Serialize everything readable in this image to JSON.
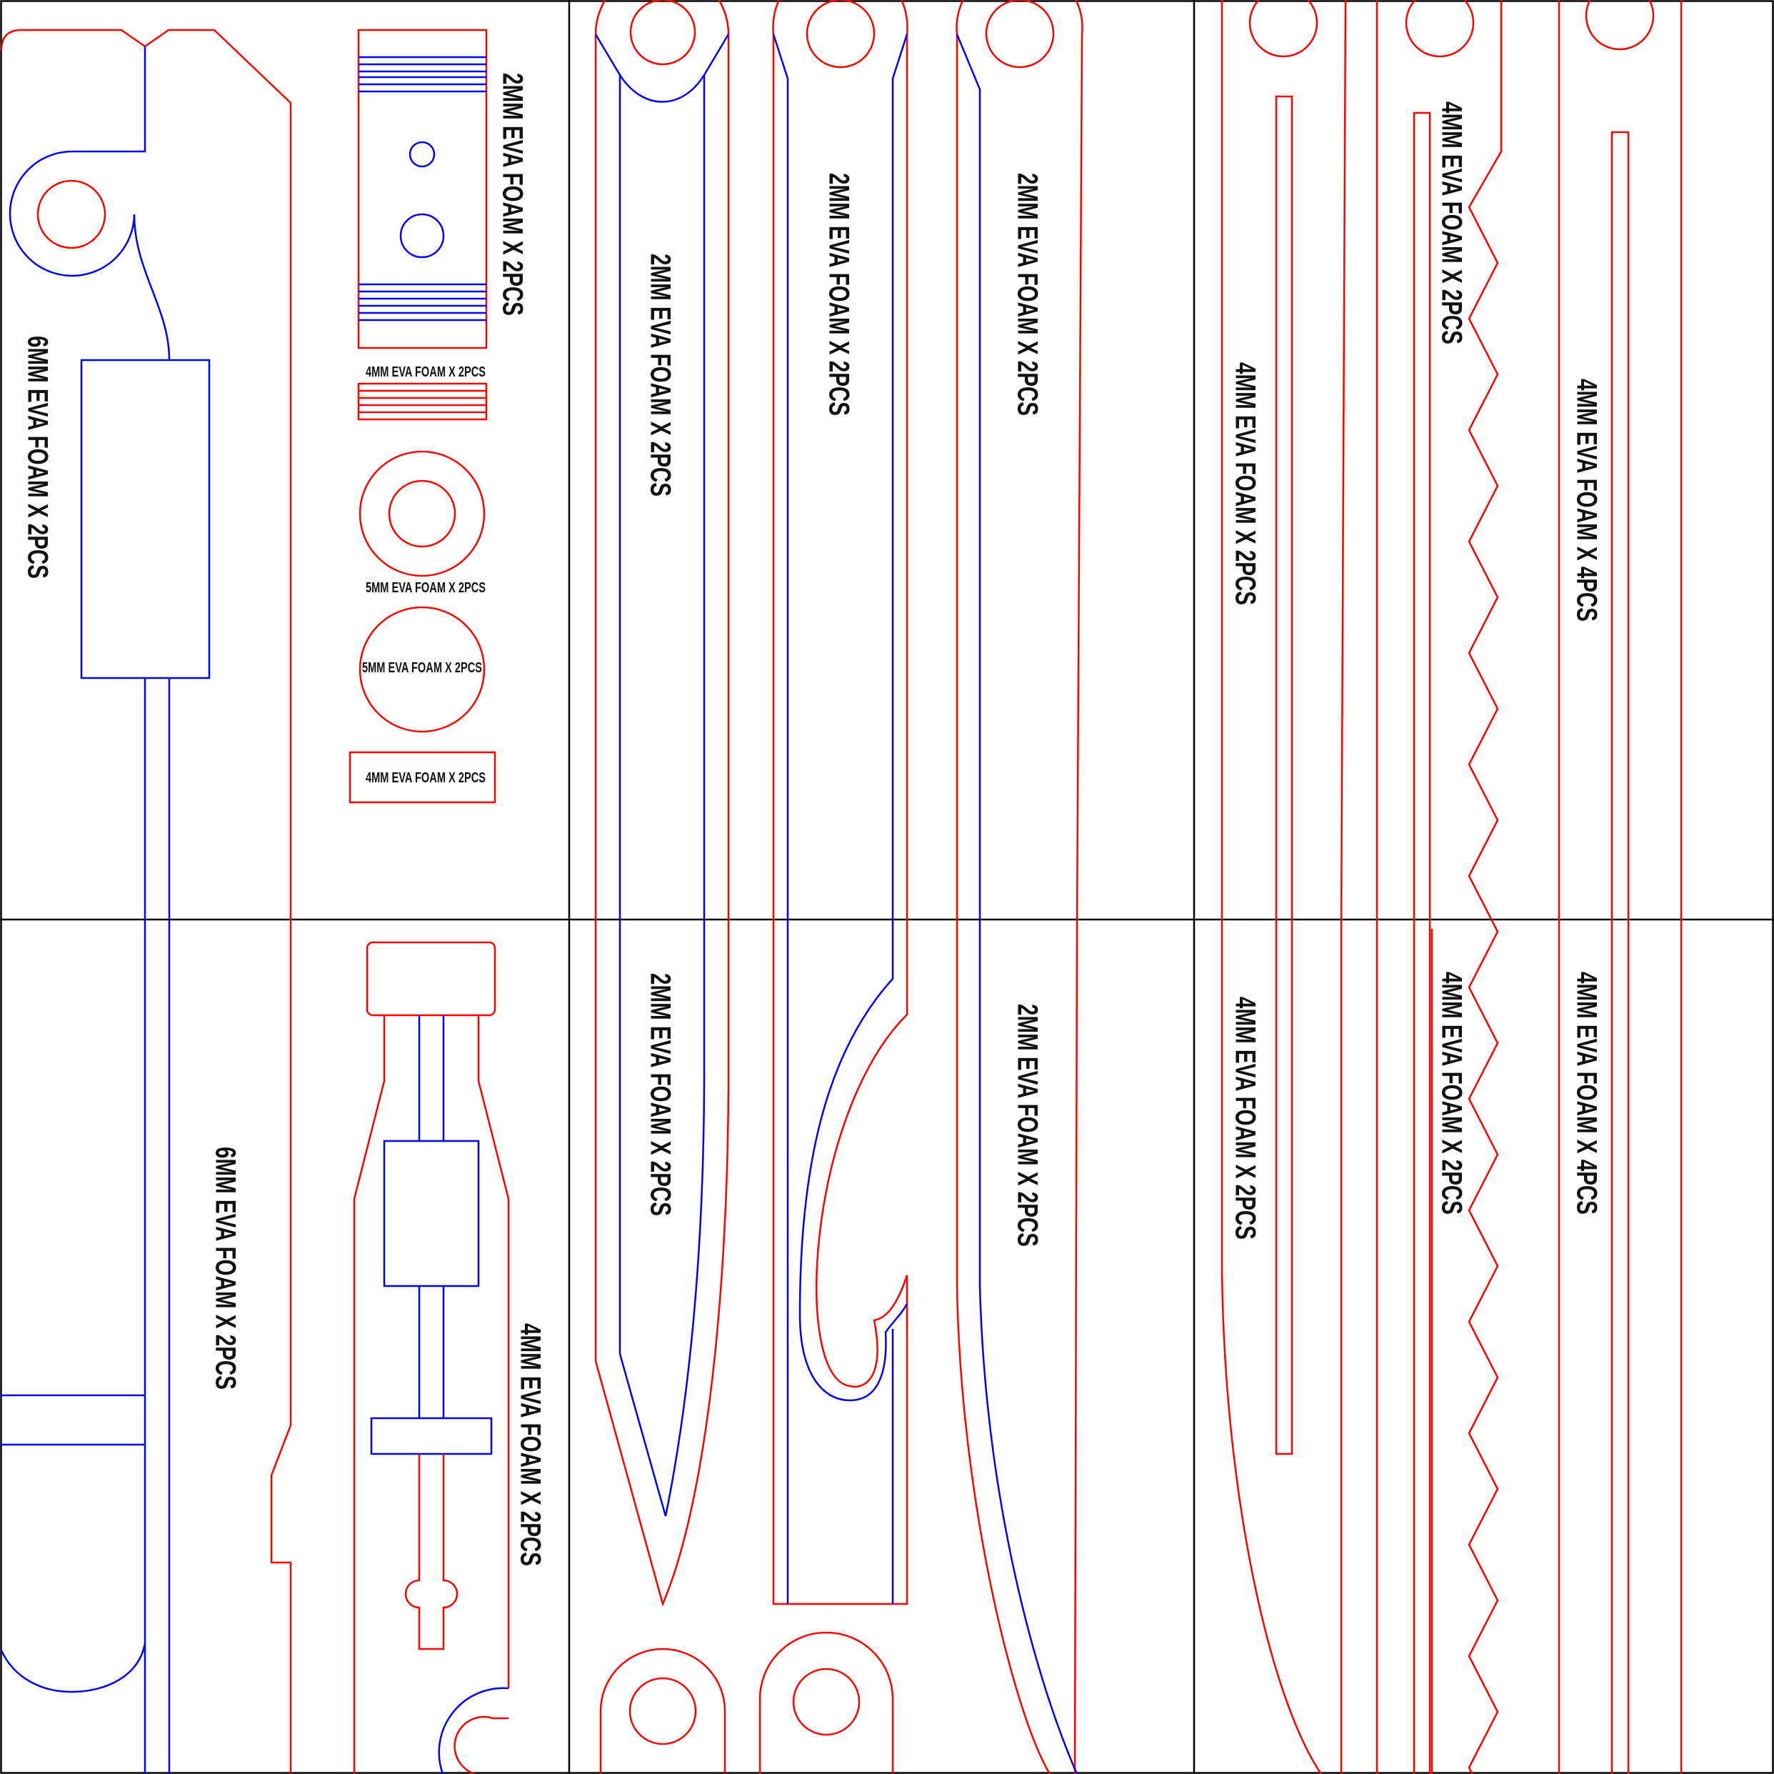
{
  "colors": {
    "cut_line": "#ff0000",
    "guide_line": "#0000ff",
    "grid": "#000000"
  },
  "labels": [
    "6MM EVA FOAM X 2PCS",
    "2MM EVA FOAM X 2PCS",
    "4MM EVA FOAM X 2PCS",
    "5MM EVA FOAM X 2PCS",
    "5MM EVA FOAM X 2PCS",
    "4MM EVA FOAM X 2PCS",
    "6MM EVA FOAM X 2PCS",
    "4MM EVA FOAM X 2PCS",
    "2MM EVA FOAM X 2PCS",
    "2MM EVA FOAM X 2PCS",
    "2MM EVA FOAM X 2PCS",
    "2MM EVA FOAM X 2PCS",
    "2MM EVA FOAM X 2PCS",
    "4MM EVA FOAM X 2PCS",
    "4MM EVA FOAM X 2PCS",
    "4MM EVA FOAM X 4PCS",
    "4MM EVA FOAM X 2PCS",
    "4MM EVA FOAM X 2PCS",
    "4MM EVA FOAM X 4PCS"
  ]
}
